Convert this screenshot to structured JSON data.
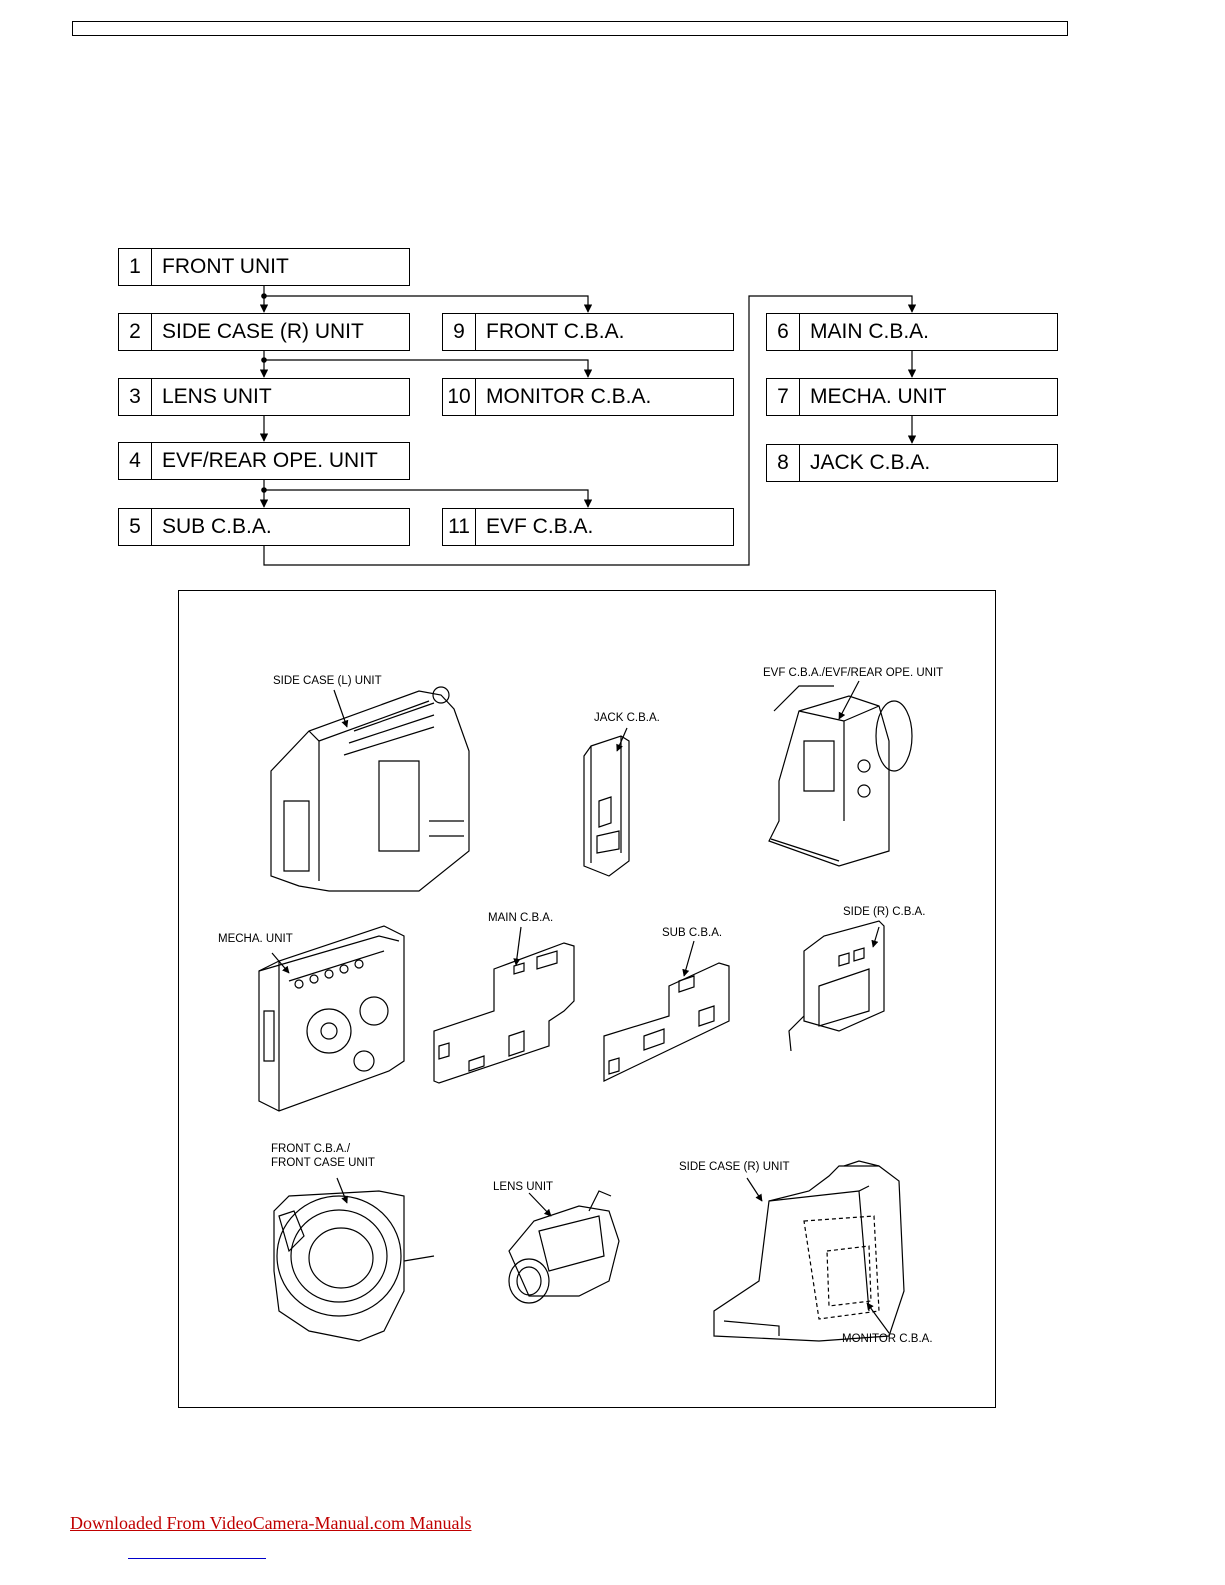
{
  "flow": {
    "steps": [
      {
        "num": "1",
        "label": "FRONT UNIT"
      },
      {
        "num": "2",
        "label": "SIDE CASE (R) UNIT"
      },
      {
        "num": "3",
        "label": "LENS UNIT"
      },
      {
        "num": "4",
        "label": "EVF/REAR OPE. UNIT"
      },
      {
        "num": "5",
        "label": "SUB C.B.A."
      },
      {
        "num": "6",
        "label": "MAIN C.B.A."
      },
      {
        "num": "7",
        "label": "MECHA. UNIT"
      },
      {
        "num": "8",
        "label": "JACK C.B.A."
      },
      {
        "num": "9",
        "label": "FRONT C.B.A."
      },
      {
        "num": "10",
        "label": "MONITOR C.B.A."
      },
      {
        "num": "11",
        "label": "EVF C.B.A."
      }
    ]
  },
  "illustrations": {
    "side_case_l_unit": "SIDE CASE (L) UNIT",
    "jack_cba": "JACK C.B.A.",
    "evf_cba": "EVF C.B.A./EVF/REAR OPE. UNIT",
    "mecha_unit": "MECHA. UNIT",
    "main_cba": "MAIN C.B.A.",
    "sub_cba": "SUB C.B.A.",
    "side_r_cba": "SIDE (R) C.B.A.",
    "front_cba_line1": "FRONT C.B.A./",
    "front_cba_line2": "FRONT CASE UNIT",
    "lens_unit": "LENS UNIT",
    "side_case_r_unit": "SIDE CASE (R) UNIT",
    "monitor_cba": "MONITOR C.B.A."
  },
  "footer": {
    "link_text": "Downloaded From VideoCamera-Manual.com Manuals"
  },
  "colors": {
    "line": "#000000",
    "footer_link": "#c00000",
    "footer_rule": "#0000cc"
  }
}
